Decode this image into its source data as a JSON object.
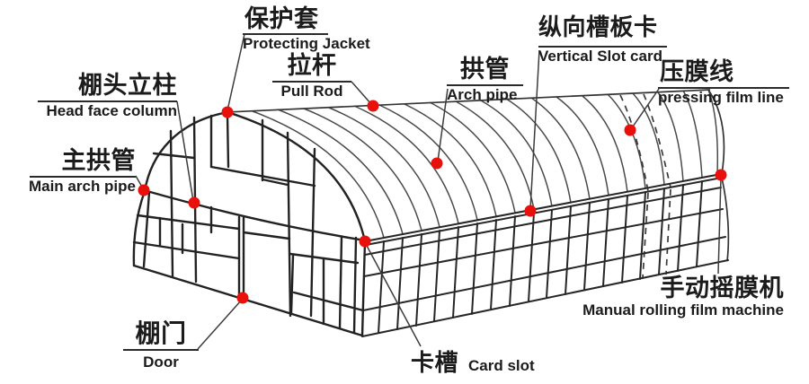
{
  "labels": {
    "protecting_jacket": {
      "zh": "保护套",
      "en": "Protecting Jacket"
    },
    "pull_rod": {
      "zh": "拉杆",
      "en": "Pull Rod"
    },
    "head_face_column": {
      "zh": "棚头立柱",
      "en": "Head face column"
    },
    "main_arch_pipe": {
      "zh": "主拱管",
      "en": "Main arch pipe"
    },
    "arch_pipe": {
      "zh": "拱管",
      "en": "Arch pipe"
    },
    "vertical_slot_card": {
      "zh": "纵向槽板卡",
      "en": "Vertical Slot card"
    },
    "pressing_film_line": {
      "zh": "压膜线",
      "en": "pressing film line"
    },
    "manual_rolling_film_machine": {
      "zh": "手动摇膜机",
      "en": "Manual rolling film machine"
    },
    "door": {
      "zh": "棚门",
      "en": "Door"
    },
    "card_slot": {
      "zh": "卡槽",
      "en": "Card slot"
    }
  },
  "colors": {
    "background": "#ffffff",
    "line": "#2b2b2b",
    "marker_dot": "#e9100c",
    "text": "#1b1b1b"
  }
}
